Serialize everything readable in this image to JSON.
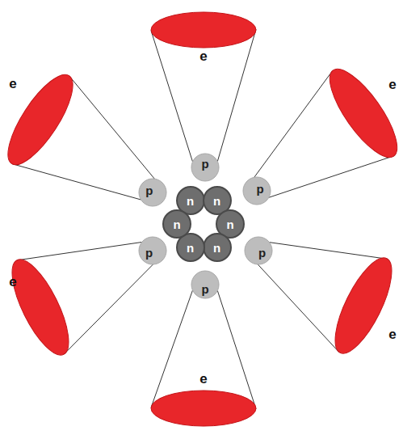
{
  "diagram": {
    "nodes": [
      {
        "text": [
          "e"
        ]
      },
      {
        "text": [
          "e"
        ]
      },
      {
        "text": [
          "e"
        ]
      },
      {
        "text": [
          "e"
        ]
      },
      {
        "text": [
          "e"
        ]
      },
      {
        "text": [
          "e"
        ]
      },
      {
        "text": [
          "p"
        ]
      },
      {
        "text": [
          "p"
        ]
      },
      {
        "text": [
          "p"
        ]
      },
      {
        "text": [
          "p"
        ]
      },
      {
        "text": [
          "p"
        ]
      },
      {
        "text": [
          "p"
        ]
      },
      {
        "text": [
          "n"
        ]
      },
      {
        "text": [
          "n"
        ]
      },
      {
        "text": [
          "n"
        ]
      },
      {
        "text": [
          "n"
        ]
      },
      {
        "text": [
          "n"
        ]
      },
      {
        "text": [
          "n"
        ]
      }
    ],
    "edges": [
      {
        "from": 6,
        "to": 0,
        "arrow": "none"
      },
      {
        "from": 7,
        "to": 1,
        "arrow": "none"
      },
      {
        "from": 8,
        "to": 2,
        "arrow": "none"
      },
      {
        "from": 9,
        "to": 3,
        "arrow": "none"
      },
      {
        "from": 10,
        "to": 4,
        "arrow": "none"
      },
      {
        "from": 11,
        "to": 5,
        "arrow": "none"
      }
    ]
  }
}
